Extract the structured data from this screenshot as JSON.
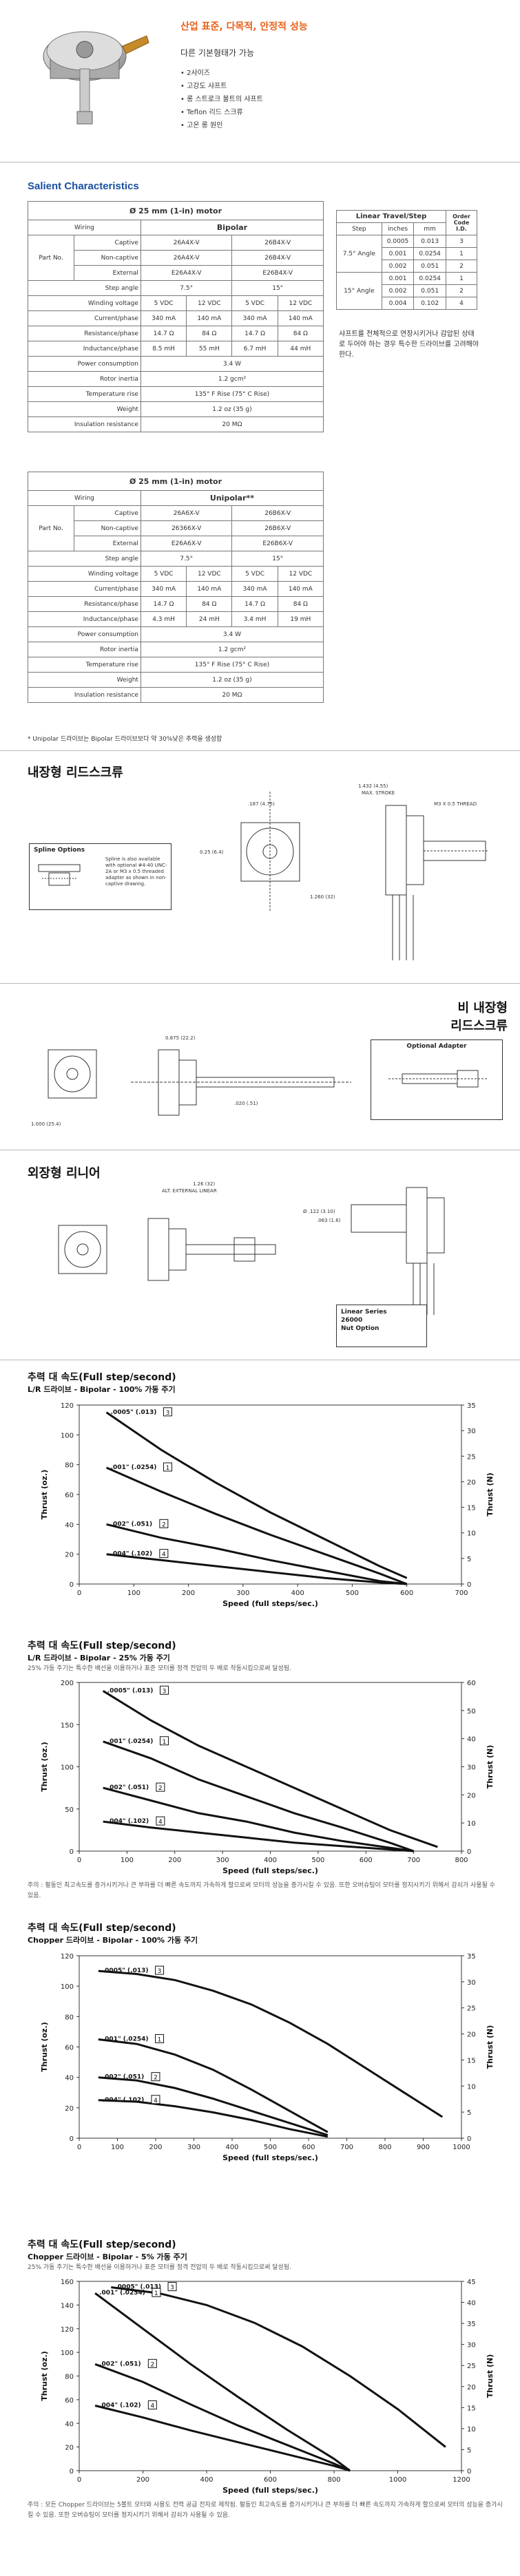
{
  "header": {
    "title": "산업 표준, 다목적, 안정적 성능",
    "intro": "다른 기본형태가 가능",
    "features": [
      "2사이즈",
      "고강도 샤프트",
      "롱 스트로크 볼트의 샤프트",
      "Teflon 리드 스크류",
      "고온 롱 원인"
    ]
  },
  "salient": {
    "title": "Salient Characteristics",
    "bipolar": {
      "size_label": "Ø  25 mm (1-in) motor",
      "wiring_label": "Wiring",
      "wiring_value": "Bipolar",
      "partno_label": "Part No.",
      "rows_part": [
        {
          "type": "Captive",
          "a": "26A4X-V",
          "b": "26B4X-V"
        },
        {
          "type": "Non-captive",
          "a": "26A4X-V",
          "b": "26B4X-V"
        },
        {
          "type": "External",
          "a": "E26A4X-V",
          "b": "E26B4X-V"
        }
      ],
      "step_angle": {
        "label": "Step angle",
        "a": "7.5°",
        "b": "15°"
      },
      "winding": {
        "label": "Winding voltage",
        "v": [
          "5 VDC",
          "12 VDC",
          "5 VDC",
          "12 VDC"
        ]
      },
      "current": {
        "label": "Current/phase",
        "v": [
          "340 mA",
          "140 mA",
          "340 mA",
          "140 mA"
        ]
      },
      "resistance": {
        "label": "Resistance/phase",
        "v": [
          "14.7 Ω",
          "84 Ω",
          "14.7 Ω",
          "84 Ω"
        ]
      },
      "inductance": {
        "label": "Inductance/phase",
        "v": [
          "8.5 mH",
          "55 mH",
          "6.7 mH",
          "44 mH"
        ]
      },
      "power": {
        "label": "Power consumption",
        "v": "3.4 W"
      },
      "inertia": {
        "label": "Rotor inertia",
        "v": "1.2 gcm²"
      },
      "temp": {
        "label": "Temperature rise",
        "v": "135° F Rise (75° C Rise)"
      },
      "weight": {
        "label": "Weight",
        "v": "1.2 oz (35 g)"
      },
      "insulation": {
        "label": "Insulation resistance",
        "v": "20 MΩ"
      }
    },
    "unipolar": {
      "size_label": "Ø  25 mm (1-in) motor",
      "wiring_label": "Wiring",
      "wiring_value": "Unipolar**",
      "partno_label": "Part No.",
      "rows_part": [
        {
          "type": "Captive",
          "a": "26A6X-V",
          "b": "26B6X-V"
        },
        {
          "type": "Non-captive",
          "a": "26366X-V",
          "b": "26B6X-V"
        },
        {
          "type": "External",
          "a": "E26A6X-V",
          "b": "E26B6X-V"
        }
      ],
      "step_angle": {
        "label": "Step angle",
        "a": "7.5°",
        "b": "15°"
      },
      "winding": {
        "label": "Winding voltage",
        "v": [
          "5 VDC",
          "12 VDC",
          "5 VDC",
          "12 VDC"
        ]
      },
      "current": {
        "label": "Current/phase",
        "v": [
          "340 mA",
          "140 mA",
          "340 mA",
          "140 mA"
        ]
      },
      "resistance": {
        "label": "Resistance/phase",
        "v": [
          "14.7 Ω",
          "84 Ω",
          "14.7 Ω",
          "84 Ω"
        ]
      },
      "inductance": {
        "label": "Inductance/phase",
        "v": [
          "4.3 mH",
          "24 mH",
          "3.4 mH",
          "19 mH"
        ]
      },
      "power": {
        "label": "Power consumption",
        "v": "3.4 W"
      },
      "inertia": {
        "label": "Rotor inertia",
        "v": "1.2 gcm²"
      },
      "temp": {
        "label": "Temperature rise",
        "v": "135° F Rise (75° C Rise)"
      },
      "weight": {
        "label": "Weight",
        "v": "1.2 oz (35 g)"
      },
      "insulation": {
        "label": "Insulation resistance",
        "v": "20 MΩ"
      }
    },
    "footnote": "* Unipolar 드라이브는 Bipolar 드라이브보다 약 30%낮은 추력을 생성함",
    "linear_travel": {
      "title": "Linear Travel/Step",
      "order_title": "Order Code I.D.",
      "col_step": "Step",
      "col_inches": "inches",
      "col_mm": "mm",
      "groups": [
        {
          "angle": "7.5° Angle",
          "rows": [
            [
              "0.0005",
              "0.013",
              "3"
            ],
            [
              "0.001",
              "0.0254",
              "1"
            ],
            [
              "0.002",
              "0.051",
              "2"
            ]
          ]
        },
        {
          "angle": "15° Angle",
          "rows": [
            [
              "0.001",
              "0.0254",
              "1"
            ],
            [
              "0.002",
              "0.051",
              "2"
            ],
            [
              "0.004",
              "0.102",
              "4"
            ]
          ]
        }
      ]
    },
    "side_note": "샤프트를 전체적으로 연장시키거나 감압된 상태로 두어야 하는 경우 특수한 드라이브를 고려해야 한다."
  },
  "diagrams": {
    "captive_title": "내장형 리드스크류",
    "spline_title": "Spline Options",
    "spline_note": "Spline is also available with optional #4-40 UNC-2A or M3 x 0.5 threaded adapter as shown in non-captive drawing.",
    "noncaptive_title_line1": "비 내장형",
    "noncaptive_title_line2": "리드스크류",
    "optional_adapter": "Optional Adapter",
    "external_title": "외장형 리니어",
    "linear_series": "Linear Series",
    "linear_series_model": "26000",
    "nut_option": "Nut Option",
    "dim_labels": [
      "1.432 (4.55)",
      "MAX. STROKE",
      "M3 X 0.5 THREAD",
      ".187 (4.75)",
      "0.25 (6.4)",
      "1.260 (32)",
      "0.875 (22.2)",
      "1.000 (25.4)",
      ".020 (.51)",
      "1.26 (32)",
      "ALT. EXTERNAL LINEAR",
      "Ø .122 (3.10)",
      ".063 (1.6)"
    ]
  },
  "charts": [
    {
      "title": "추력 대 속도(Full step/second)",
      "subtitle": "L/R 드라이브 - Bipolar - 100% 가동 주기",
      "description": "",
      "note": "",
      "chart_data": {
        "type": "line",
        "xlabel": "Speed (full steps/sec.)",
        "ylabel": "Thrust (oz.)",
        "y2label": "Thrust (N)",
        "xlim": [
          0,
          700
        ],
        "xticks": [
          0,
          100,
          200,
          300,
          400,
          500,
          600,
          700
        ],
        "ylim": [
          0,
          120
        ],
        "yticks": [
          0,
          20,
          40,
          60,
          80,
          100,
          120
        ],
        "y2lim": [
          0,
          35
        ],
        "y2ticks": [
          0,
          5,
          10,
          15,
          20,
          25,
          30,
          35
        ],
        "series": [
          {
            "name": ".0005\" (.013)",
            "code": "3",
            "x": [
              50,
              150,
              250,
              350,
              450,
              550,
              600
            ],
            "y": [
              115,
              90,
              68,
              48,
              30,
              12,
              4
            ]
          },
          {
            "name": ".001\" (.0254)",
            "code": "1",
            "x": [
              50,
              150,
              250,
              350,
              450,
              550,
              600
            ],
            "y": [
              78,
              62,
              47,
              33,
              20,
              7,
              0
            ]
          },
          {
            "name": ".002\" (.051)",
            "code": "2",
            "x": [
              50,
              150,
              250,
              350,
              450,
              550,
              600
            ],
            "y": [
              40,
              31,
              24,
              16,
              9,
              2,
              0
            ]
          },
          {
            "name": ".004\" (.102)",
            "code": "4",
            "x": [
              50,
              150,
              250,
              350,
              450,
              550,
              600
            ],
            "y": [
              20,
              16,
              12,
              8,
              4,
              1,
              0
            ]
          }
        ]
      }
    },
    {
      "title": "추력 대 속도(Full step/second)",
      "subtitle": "L/R 드라이브 - Bipolar - 25% 가동 주기",
      "description": "25% 가동 주기는 특수한 배선을 이용하거나 표준 모터를 정격 전압의 두 배로 작동시킴으로써 달성됨.",
      "note": "주의 : 펄동인 최고속도를 증가시키거나 큰 부하를 더 빠른 속도까지 가속하게 할으로써 모터의 성능을 증가시킬 수 있음. 또한 오버슈팅이 모터를 정지시키기 위해서 감쇠가 사용될 수 있음.",
      "chart_data": {
        "type": "line",
        "xlabel": "Speed (full steps/sec.)",
        "ylabel": "Thrust (oz.)",
        "y2label": "Thrust (N)",
        "xlim": [
          0,
          800
        ],
        "xticks": [
          0,
          100,
          200,
          300,
          400,
          500,
          600,
          700,
          800
        ],
        "ylim": [
          0,
          200
        ],
        "yticks": [
          0,
          50,
          100,
          150,
          200
        ],
        "y2lim": [
          0,
          60
        ],
        "y2ticks": [
          0,
          10,
          20,
          30,
          40,
          50,
          60
        ],
        "series": [
          {
            "name": ".0005\" (.013)",
            "code": "3",
            "x": [
              50,
              150,
              250,
              350,
              450,
              550,
              650,
              750
            ],
            "y": [
              190,
              155,
              125,
              100,
              75,
              50,
              25,
              5
            ]
          },
          {
            "name": ".001\" (.0254)",
            "code": "1",
            "x": [
              50,
              150,
              250,
              350,
              450,
              550,
              650,
              700
            ],
            "y": [
              130,
              110,
              85,
              65,
              45,
              28,
              10,
              0
            ]
          },
          {
            "name": ".002\" (.051)",
            "code": "2",
            "x": [
              50,
              150,
              250,
              350,
              450,
              550,
              650,
              700
            ],
            "y": [
              75,
              60,
              45,
              35,
              22,
              12,
              4,
              0
            ]
          },
          {
            "name": ".004\" (.102)",
            "code": "4",
            "x": [
              50,
              150,
              250,
              350,
              450,
              550,
              650,
              700
            ],
            "y": [
              35,
              28,
              22,
              16,
              10,
              6,
              2,
              0
            ]
          }
        ]
      }
    },
    {
      "title": "추력 대 속도(Full step/second)",
      "subtitle": "Chopper 드라이브 - Bipolar - 100% 가동 주기",
      "description": "",
      "note": "",
      "chart_data": {
        "type": "line",
        "xlabel": "Speed (full steps/sec.)",
        "ylabel": "Thrust (oz.)",
        "y2label": "Thrust (N)",
        "xlim": [
          0,
          1000
        ],
        "xticks": [
          0,
          100,
          200,
          300,
          400,
          500,
          600,
          700,
          800,
          900,
          1000
        ],
        "ylim": [
          0,
          120
        ],
        "yticks": [
          0,
          20,
          40,
          60,
          80,
          100,
          120
        ],
        "y2lim": [
          0,
          35
        ],
        "y2ticks": [
          0,
          5,
          10,
          15,
          20,
          25,
          30,
          35
        ],
        "series": [
          {
            "name": ".0005\" (.013)",
            "code": "3",
            "x": [
              50,
              150,
              250,
              350,
              450,
              550,
              650,
              750,
              850,
              950
            ],
            "y": [
              110,
              108,
              104,
              97,
              88,
              76,
              62,
              46,
              30,
              14
            ]
          },
          {
            "name": ".001\" (.0254)",
            "code": "1",
            "x": [
              50,
              150,
              250,
              350,
              450,
              550,
              650
            ],
            "y": [
              65,
              62,
              55,
              45,
              32,
              18,
              4
            ]
          },
          {
            "name": ".002\" (.051)",
            "code": "2",
            "x": [
              50,
              150,
              250,
              350,
              450,
              550,
              650
            ],
            "y": [
              40,
              38,
              33,
              26,
              18,
              10,
              2
            ]
          },
          {
            "name": ".004\" (.102)",
            "code": "4",
            "x": [
              50,
              150,
              250,
              350,
              450,
              550,
              650
            ],
            "y": [
              25,
              24,
              21,
              17,
              12,
              6,
              1
            ]
          }
        ]
      }
    },
    {
      "title": "추력 대 속도(Full step/second)",
      "subtitle": "Chopper 드라이브 - Bipolar - 5% 가동 주기",
      "description": "25% 가동 주기는 특수한 배선을 이용하거나 표준 모터를 정격 전압의 두 배로 작동시킴으로써 달성됨.",
      "note": "주의 : 모든 Chopper 드라이브는 5볼트 모터와 사용도 전력 공급 전자로 제작됨. 펄동인 최고속도를 증가시키거나 큰 부하를 더 빠른 속도까지 가속하게 할으로써 모터의 성능을 증가시킬 수 있음. 또한 오버슈팅이 모터를 정지시키기 위해서 감쇠가 사용될 수 있음.",
      "chart_data": {
        "type": "line",
        "xlabel": "Speed (full steps/sec.)",
        "ylabel": "Thrust (oz.)",
        "y2label": "Thrust (N)",
        "xlim": [
          0,
          1200
        ],
        "xticks": [
          0,
          200,
          400,
          600,
          800,
          1000,
          1200
        ],
        "ylim": [
          0,
          160
        ],
        "yticks": [
          0,
          20,
          40,
          60,
          80,
          100,
          120,
          140,
          160
        ],
        "y2lim": [
          0,
          45
        ],
        "y2ticks": [
          0,
          5,
          10,
          15,
          20,
          25,
          30,
          35,
          40,
          45
        ],
        "series": [
          {
            "name": ".0005\" (.013)",
            "code": "3",
            "x": [
              100,
              250,
              400,
              550,
              700,
              850,
              1000,
              1150
            ],
            "y": [
              155,
              150,
              140,
              125,
              105,
              80,
              52,
              20
            ]
          },
          {
            "name": ".001\" (.0254)",
            "code": "1",
            "x": [
              50,
              200,
              350,
              500,
              650,
              800,
              850
            ],
            "y": [
              150,
              120,
              90,
              62,
              35,
              10,
              0
            ]
          },
          {
            "name": ".002\" (.051)",
            "code": "2",
            "x": [
              50,
              200,
              350,
              500,
              650,
              800,
              850
            ],
            "y": [
              90,
              75,
              56,
              38,
              22,
              6,
              0
            ]
          },
          {
            "name": ".004\" (.102)",
            "code": "4",
            "x": [
              50,
              200,
              350,
              500,
              650,
              800,
              850
            ],
            "y": [
              55,
              45,
              34,
              24,
              14,
              4,
              0
            ]
          }
        ]
      }
    }
  ]
}
